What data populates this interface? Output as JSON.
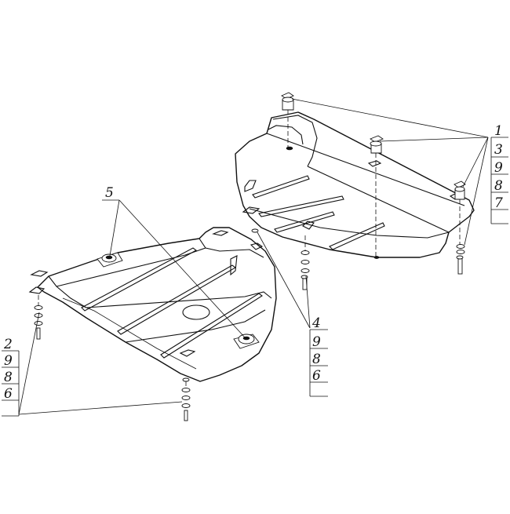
{
  "callouts": {
    "right_top": [
      "1",
      "3",
      "9",
      "8",
      "7"
    ],
    "middle": [
      "4",
      "9",
      "8",
      "6"
    ],
    "left": [
      "2",
      "9",
      "8",
      "6"
    ],
    "top_left_label": "5"
  },
  "colors": {
    "ink": "#111111",
    "paper": "#ffffff"
  }
}
